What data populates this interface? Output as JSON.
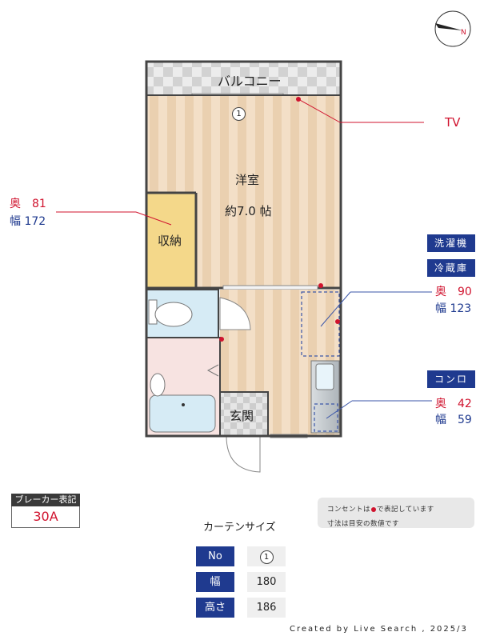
{
  "floorplan": {
    "balcony": "バルコニー",
    "western_room_name": "洋室",
    "western_room_size": "約7.0 帖",
    "storage": "収納",
    "entrance": "玄関",
    "window_marker": "1"
  },
  "annotations": {
    "tv": "TV",
    "storage_depth": "奥　81",
    "storage_width": "幅 172",
    "washer_label": "洗濯機",
    "fridge_label": "冷蔵庫",
    "fridge_depth": "奥　90",
    "fridge_width": "幅 123",
    "stove_label": "コンロ",
    "stove_depth": "奥　42",
    "stove_width": "幅　59"
  },
  "breaker": {
    "title": "ブレーカー表記",
    "value": "30A"
  },
  "note": {
    "line1_before": "コンセントは",
    "line1_after": "で表記しています",
    "line2": "寸法は目安の数値です"
  },
  "curtain": {
    "title": "カーテンサイズ",
    "rows": [
      {
        "key": "No",
        "value": "1"
      },
      {
        "key": "幅",
        "value": "180"
      },
      {
        "key": "高さ",
        "value": "186"
      }
    ]
  },
  "credit": "Created by Live Search , 2025/3",
  "colors": {
    "accent_red": "#d0132e",
    "accent_navy": "#1f3a8f",
    "floor_stripe_a": "#f3dfc7",
    "floor_stripe_b": "#ead0b0",
    "storage_yellow": "#f4d88a",
    "wet_blue": "#d6ebf5"
  }
}
